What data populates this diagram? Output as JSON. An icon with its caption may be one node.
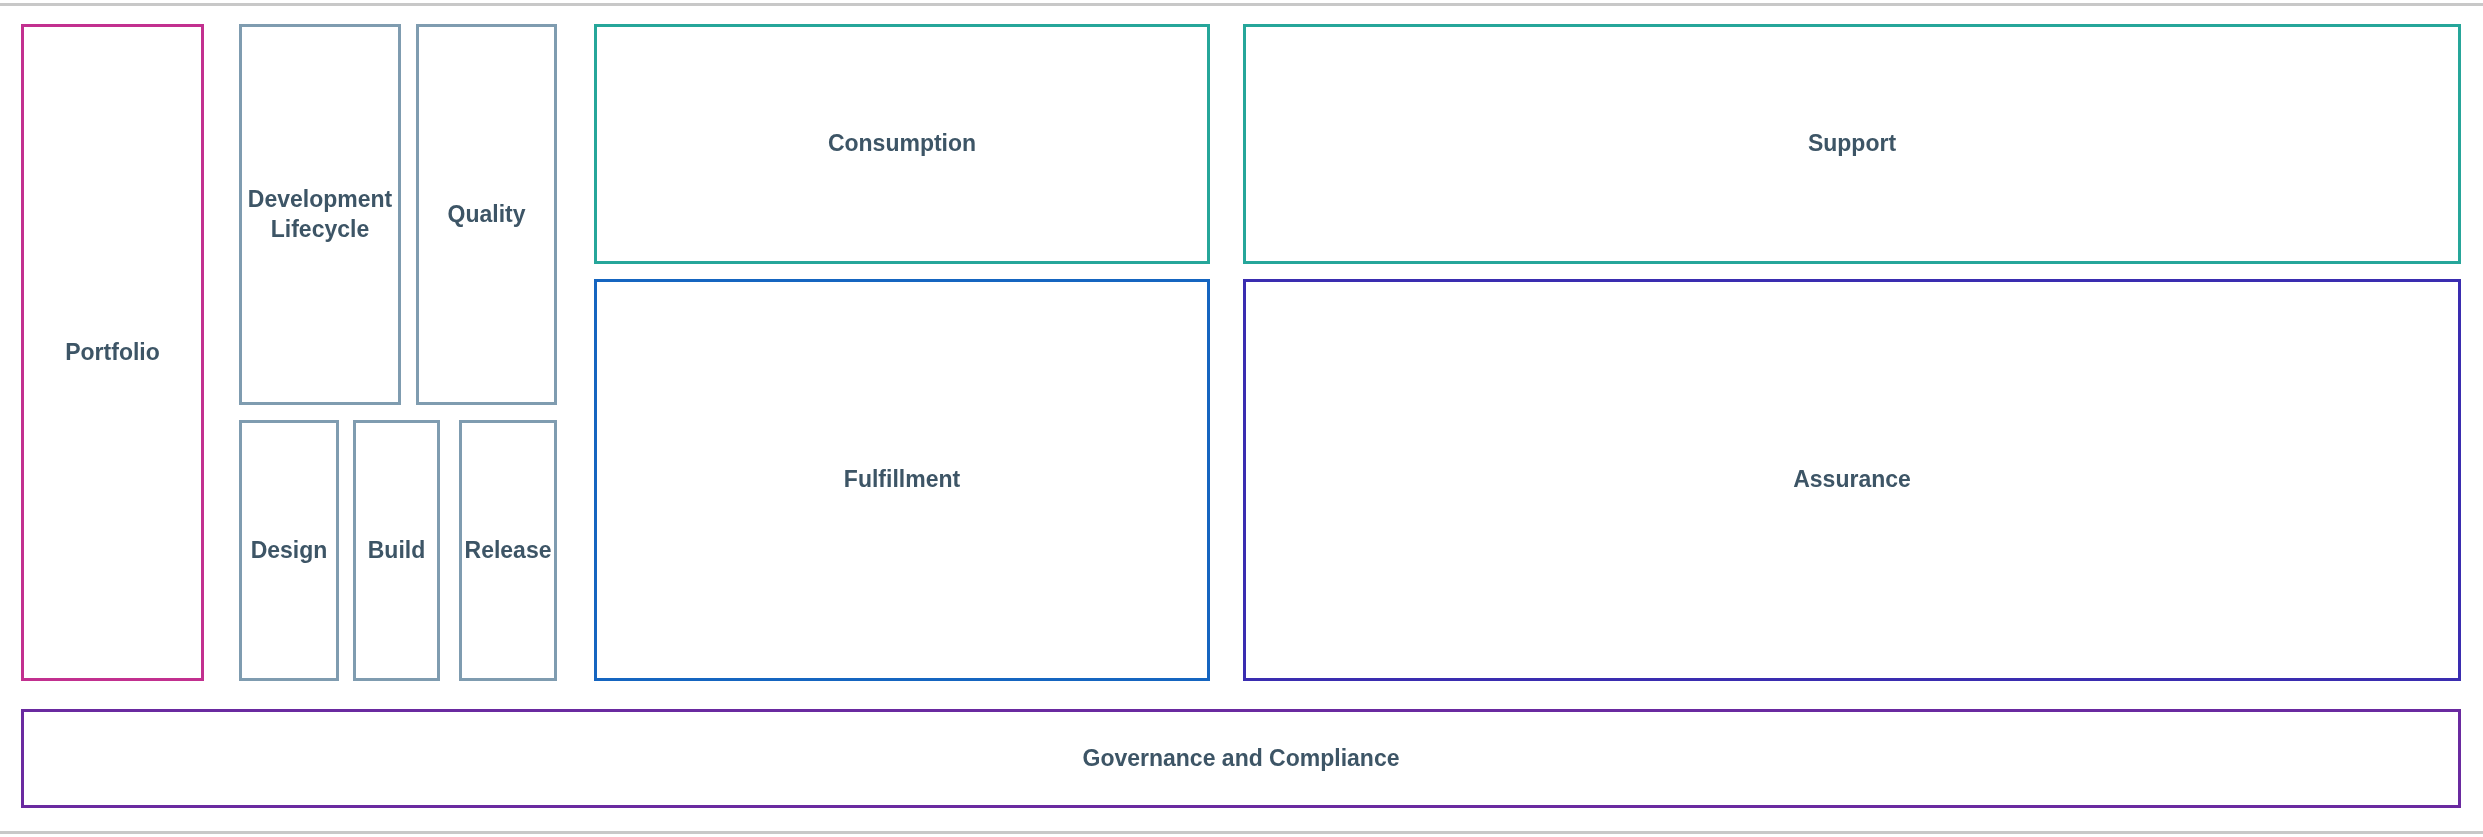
{
  "diagram": {
    "nodes": [
      {
        "text": [
          "Portfolio"
        ]
      },
      {
        "text": [
          "Development Lifecycle"
        ]
      },
      {
        "text": [
          "Quality"
        ]
      },
      {
        "text": [
          "Consumption"
        ]
      },
      {
        "text": [
          "Support"
        ]
      },
      {
        "text": [
          "Design"
        ]
      },
      {
        "text": [
          "Build"
        ]
      },
      {
        "text": [
          "Release"
        ]
      },
      {
        "text": [
          "Fulfillment"
        ]
      },
      {
        "text": [
          "Assurance"
        ]
      },
      {
        "text": [
          "Governance and Compliance"
        ]
      }
    ],
    "edges": []
  }
}
